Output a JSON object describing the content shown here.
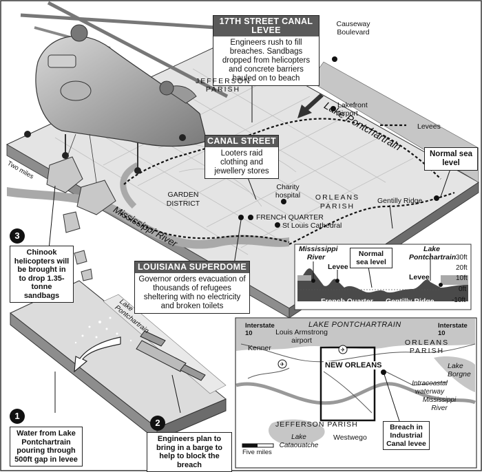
{
  "labels": {
    "levee17_title": "17TH STREET CANAL LEVEE",
    "levee17_text": "Engineers rush to fill breaches. Sandbags dropped from helicopters and concrete barriers hauled on to beach",
    "causeway": "Causeway Boulevard",
    "jefferson_parish": "JEFFERSON PARISH",
    "lake_pontchartrain": "Lake Pontchartrain",
    "lakefront_airport": "Lakefront airport",
    "levees_legend": "Levees",
    "canal_title": "CANAL STREET",
    "canal_text": "Looters raid clothing and jewellery stores",
    "normal_sea_level": "Normal sea level",
    "garden_district": "GARDEN DISTRICT",
    "charity_hospital": "Charity hospital",
    "orleans_parish": "ORLEANS PARISH",
    "gentilly_ridge": "Gentilly Ridge",
    "french_quarter": "FRENCH QUARTER",
    "st_louis": "St Louis Cathedral",
    "two_miles": "Two miles",
    "mississippi_river": "Mississippi River",
    "step3_text": "Chinook helicopters will be brought in to drop 1.35-tonne sandbags",
    "superdome_title": "LOUISIANA SUPERDOME",
    "superdome_text": "Governor orders evacuation of thousands of refugees sheltering with no electricity and broken toilets",
    "step1_text": "Water from Lake Pontchartrain pouring through 500ft gap in levee",
    "step2_text": "Engineers plan to bring in a barge to help to block the breach",
    "inset_lake": "Lake Pontchartrain"
  },
  "profile": {
    "mississippi_river": "Mississippi River",
    "levee_left": "Levee",
    "normal_sea_level": "Normal sea level",
    "lake_pontchartrain": "Lake Pontchartrain",
    "levee_right": "Levee",
    "french_quarter": "French Quarter",
    "gentilly_ridge": "Gentilly Ridge",
    "ticks": [
      "30ft",
      "20ft",
      "10ft",
      "0ft",
      "-10ft"
    ]
  },
  "locator": {
    "lake": "LAKE PONTCHARTRAIN",
    "interstate_left": "Interstate 10",
    "interstate_right": "Interstate 10",
    "armstrong": "Louis Armstrong airport",
    "kenner": "Kenner",
    "new_orleans": "NEW ORLEANS",
    "orleans_parish": "ORLEANS PARISH",
    "lake_borgne": "Lake Borgne",
    "intracoastal": "Intracoastal waterway",
    "mississippi": "Mississippi River",
    "jefferson_parish": "JEFFERSON PARISH",
    "lake_cataouatche": "Lake Cataouatche",
    "westwego": "Westwego",
    "breach": "Breach in Industrial Canal levee",
    "scale": "Five miles"
  },
  "steps": [
    "1",
    "2",
    "3"
  ],
  "colors": {
    "accent": "#5a5a5a",
    "land": "#e3e3e3",
    "water": "#b8b8b8",
    "ink": "#111111"
  }
}
